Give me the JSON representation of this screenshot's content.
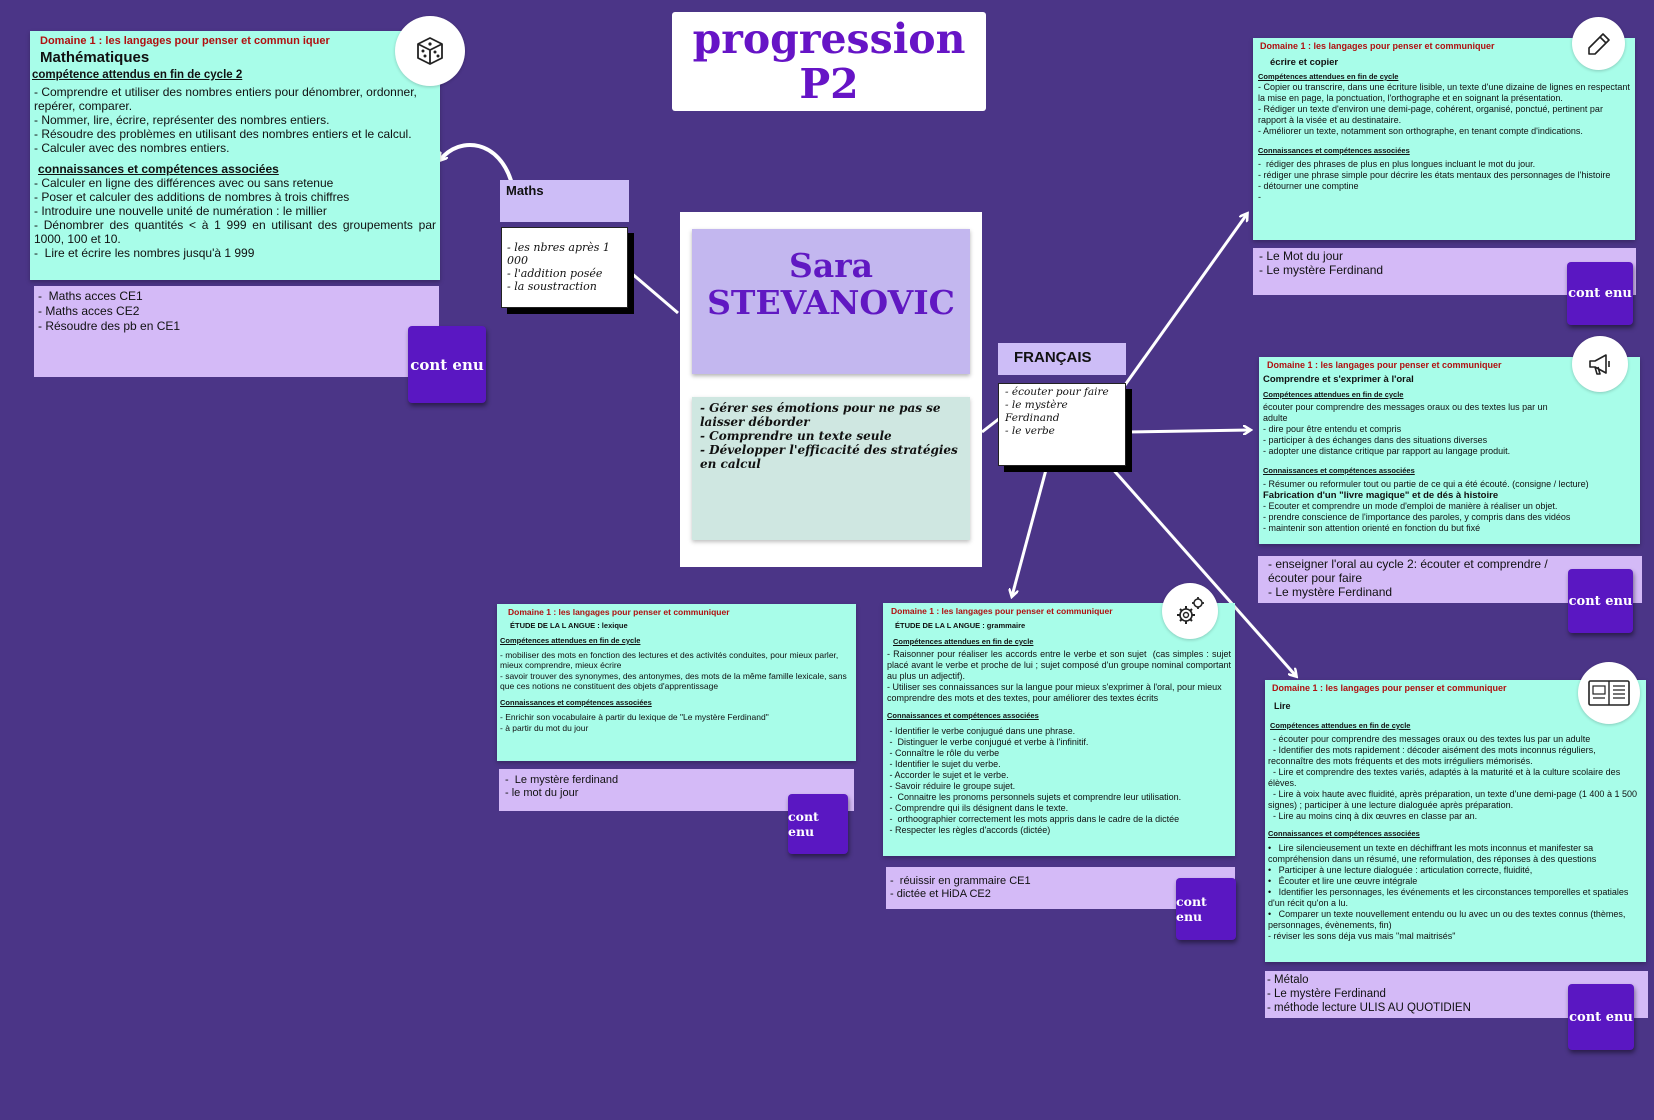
{
  "page": {
    "title_line1": "progression",
    "title_line2": "P2",
    "student_first": "Sara",
    "student_last": "STEVANOVIC",
    "goals": [
      "- Gérer ses émotions pour ne pas se laisser déborder",
      "- Comprendre un texte seule",
      "- Développer l'efficacité des stratégies en calcul"
    ]
  },
  "maths": {
    "tab_label": "Maths",
    "note": [
      "- les nbres après 1 000",
      "- l'addition posée",
      "- la soustraction"
    ],
    "card": {
      "domain": "Domaine 1 :  les langages pour penser et commun iquer",
      "subject": "Mathématiques",
      "comp_title": "compétence attendus en fin de cycle 2",
      "comp_lines": [
        "- Comprendre et utiliser des nombres entiers pour dénombrer, ordonner, repérer, comparer.",
        "- Nommer, lire, écrire, représenter des nombres entiers.",
        "- Résoudre des problèmes en utilisant des nombres entiers et le calcul.",
        "- Calculer avec des nombres entiers."
      ],
      "assoc_title": "connaissances et compétences associées",
      "assoc_lines": [
        "- Calculer en ligne des différences avec ou sans retenue",
        "- Poser et calculer des additions de nombres à trois chiffres",
        "- Introduire une nouvelle unité de numération : le millier",
        "- Dénombrer des quantités < à 1 999 en utilisant des groupements par 1000, 100 et 10.",
        "-  Lire et écrire les nombres jusqu'à 1 999"
      ]
    },
    "resources": [
      "-  Maths acces CE1",
      "- Maths acces CE2",
      "- Résoudre des pb en CE1"
    ],
    "button": "cont enu"
  },
  "francais": {
    "tab_label": "FRANÇAIS",
    "note": [
      "- écouter pour faire",
      "- le mystère Ferdinand",
      "- le verbe"
    ]
  },
  "ecrire": {
    "domain": "Domaine 1 :  les langages pour penser et communiquer",
    "subject": "écrire et copier",
    "comp_title": "Compétences attendues en fin de cycle ",
    "comp_lines": [
      "- Copier ou transcrire, dans une écriture lisible, un texte d'une dizaine de lignes en respectant la mise en page, la ponctuation, l'orthographe et en soignant la présentation.",
      "- Rédiger un texte d'environ une demi-page, cohérent, organisé, ponctué, pertinent par rapport à la visée et au destinataire.",
      "- Améliorer un texte, notamment son orthographe, en tenant compte d'indications."
    ],
    "assoc_title": "Connaissances et compétences associées ",
    "assoc_lines": [
      "-  rédiger des phrases de plus en plus longues incluant le mot du jour.",
      "- rédiger une phrase simple pour décrire les états mentaux des personnages de l'histoire",
      "- détourner une comptine",
      "-"
    ],
    "resources": [
      "- Le Mot du jour",
      "- Le mystère Ferdinand"
    ],
    "button": "cont enu"
  },
  "oral": {
    "domain": "Domaine 1 :  les langages pour penser et communiquer",
    "subject": "Comprendre et s'exprimer à l'oral",
    "comp_title": "Compétences attendues en fin de cycle ",
    "comp_lines": [
      "écouter pour comprendre des messages oraux ou des textes lus par un adulte",
      "- dire pour être entendu et compris",
      "- participer à des échanges dans des situations diverses",
      "- adopter une distance critique par rapport au langage produit."
    ],
    "assoc_title": "Connaissances et compétences associées ",
    "assoc_lines": [
      "- Résumer ou reformuler tout ou partie de ce qui a été écouté. (consigne / lecture)"
    ],
    "bold_line": "Fabrication d'un \"livre magique\" et de dés à histoire",
    "extra_lines": [
      "- Ecouter et comprendre un mode d'emploi de manière à réaliser un objet.",
      "- prendre conscience de l'importance des paroles, y compris dans des vidéos",
      "- maintenir son attention orienté en fonction du but fixé"
    ],
    "resources": [
      "- enseigner l'oral au cycle 2: écouter et comprendre /",
      "écouter pour faire",
      "- Le mystère Ferdinand"
    ],
    "button": "cont enu"
  },
  "lexique": {
    "domain": "Domaine 1 :  les langages pour penser et communiquer",
    "subject": "ÉTUDE  DE LA  L ANGUE : lexique",
    "comp_title": "Compétences attendues en fin de cycle",
    "comp_lines": [
      "- mobiliser des mots en fonction des lectures et des activités conduites, pour mieux parler, mieux comprendre, mieux écrire",
      "- savoir trouver des synonymes, des antonymes, des mots de la même famille lexicale, sans que ces notions ne constituent des objets d'apprentissage"
    ],
    "assoc_title": "Connaissances et compétences associées",
    "assoc_lines": [
      "- Enrichir son vocabulaire à partir du lexique de \"Le mystère Ferdinand\"",
      "- à partir du mot du jour"
    ],
    "resources": [
      "-  Le mystère ferdinand",
      "- le mot du jour"
    ],
    "button": "cont enu"
  },
  "grammaire": {
    "domain": "Domaine 1 :  les langages pour penser et communiquer",
    "subject": "ÉTUDE  DE LA  L ANGUE : grammaire",
    "comp_title": "Compétences attendues en fin de cycle ",
    "comp_lines": [
      "- Raisonner pour réaliser les accords entre le verbe et son sujet  (cas simples : sujet placé avant le verbe et proche de lui ; sujet composé d'un groupe nominal comportant au plus un adjectif).",
      "- Utiliser ses connaissances sur la langue pour mieux s'exprimer à l'oral, pour mieux comprendre des mots et des textes, pour améliorer des textes écrits"
    ],
    "assoc_title": "Connaissances et compétences associées",
    "assoc_lines": [
      " - Identifier le verbe conjugué dans une phrase.",
      " -  Distinguer le verbe conjugué et verbe à l'infinitif.",
      " - Connaître le rôle du verbe",
      " - Identifier le sujet du verbe.",
      " - Accorder le sujet et le verbe.",
      " - Savoir réduire le groupe sujet.",
      " -  Connaitre les pronoms personnels sujets et comprendre leur utilisation.",
      " - Comprendre qui ils désignent dans le texte.",
      " -  orthoographier correctement les mots appris dans le cadre de la dictée",
      " - Respecter les règles d'accords (dictée)"
    ],
    "resources": [
      "-  réuissir en grammaire CE1",
      "- dictée et HiDA CE2"
    ],
    "button": "cont enu"
  },
  "lire": {
    "domain": "Domaine 1 :  les langages pour penser et communiquer",
    "subject": "Lire",
    "comp_title": "Compétences attendues en fin de cycle ",
    "comp_lines": [
      "  - écouter pour comprendre des messages oraux ou des textes lus par un adulte",
      "  - Identifier des mots rapidement : décoder aisément des mots inconnus réguliers, reconnaître des mots fréquents et des mots irréguliers mémorisés.",
      "  - Lire et comprendre des textes variés, adaptés à la maturité et à la culture scolaire des élèves.",
      "  - Lire à voix haute avec fluidité, après préparation, un texte d'une demi-page (1 400 à 1 500 signes) ; participer à une lecture dialoguée après préparation.",
      "  - Lire au moins cinq à dix œuvres en classe par an."
    ],
    "assoc_title": "Connaissances et compétences associées",
    "assoc_lines": [
      "•   Lire silencieusement un texte en déchiffrant les mots inconnus et manifester sa compréhension dans un résumé, une reformulation, des réponses à des questions",
      "•   Participer à une lecture dialoguée : articulation correcte, fluidité,",
      "•   Écouter et lire une œuvre intégrale",
      "•   Identifier les personnages, les événements et les circonstances temporelles et spatiales d'un récit qu'on a lu.",
      "•   Comparer un texte nouvellement entendu ou lu avec un ou des textes connus (thèmes, personnages, évènements, fin)",
      "- réviser les sons déja vus mais \"mal maitrisés\""
    ],
    "resources": [
      "- Métalo",
      "- Le mystère Ferdinand",
      "- méthode lecture ULIS AU QUOTIDIEN"
    ],
    "button": "cont enu"
  },
  "colors": {
    "background": "#4b3587",
    "card": "#a8fde9",
    "resource": "#d4baf7",
    "button": "#5a17c2",
    "title_text": "#6614c6",
    "domain_text": "#b01010"
  },
  "icons": {
    "maths": "dice-icon",
    "ecrire": "pencil-icon",
    "oral": "megaphone-icon",
    "grammaire": "gears-icon",
    "lire": "book-icon"
  }
}
